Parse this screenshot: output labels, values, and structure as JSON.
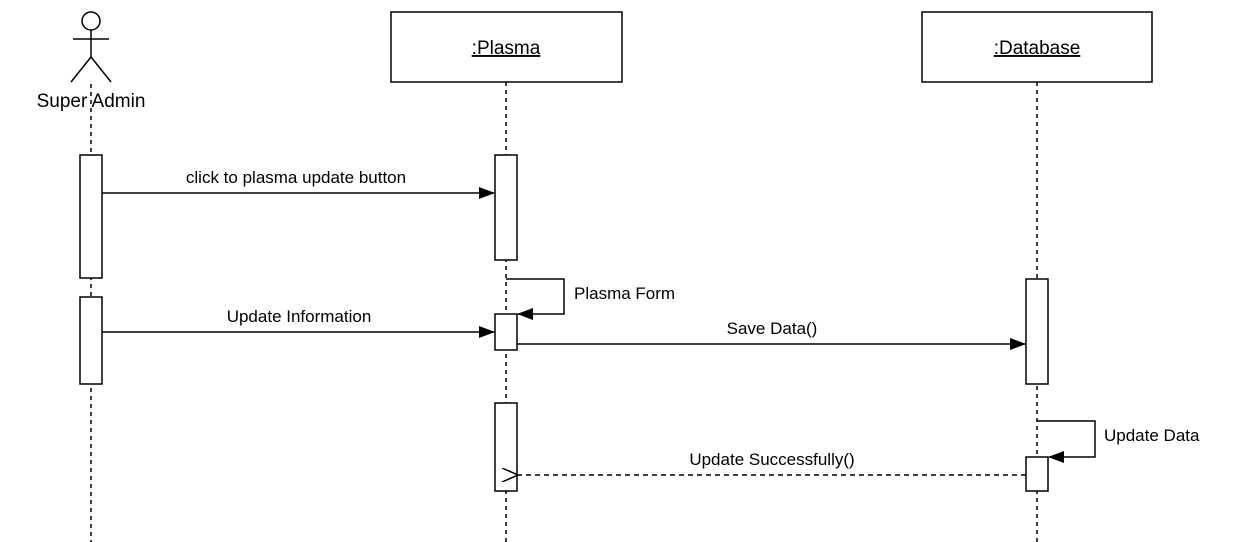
{
  "diagram": {
    "type": "sequence",
    "actor": {
      "name": "Super Admin",
      "icon": "stick-figure-icon"
    },
    "participants": [
      {
        "id": "plasma",
        "label": ":Plasma"
      },
      {
        "id": "database",
        "label": ":Database"
      }
    ],
    "messages": [
      {
        "from": "Super Admin",
        "to": ":Plasma",
        "label": "click to plasma update button",
        "kind": "sync"
      },
      {
        "from": ":Plasma",
        "to": ":Plasma",
        "label": "Plasma Form",
        "kind": "self"
      },
      {
        "from": "Super Admin",
        "to": ":Plasma",
        "label": "Update Information",
        "kind": "sync"
      },
      {
        "from": ":Plasma",
        "to": ":Database",
        "label": "Save Data()",
        "kind": "sync"
      },
      {
        "from": ":Database",
        "to": ":Database",
        "label": "Update Data",
        "kind": "self"
      },
      {
        "from": ":Database",
        "to": ":Plasma",
        "label": "Update Successfully()",
        "kind": "return"
      }
    ],
    "colors": {
      "line": "#000000",
      "background": "#ffffff"
    }
  }
}
